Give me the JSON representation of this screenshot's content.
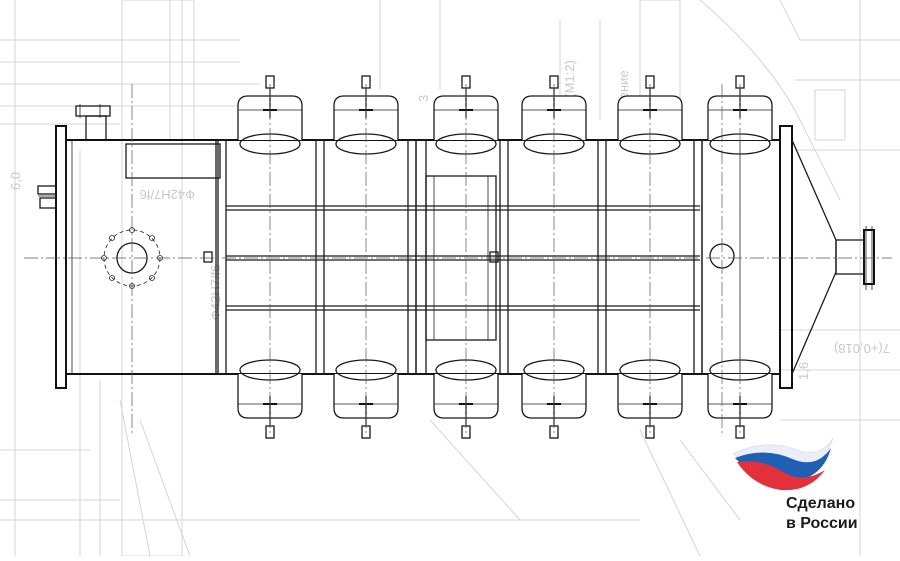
{
  "background_annotations": {
    "scale_note": "ж (М1:2)",
    "scale_note_2": "чение",
    "fit_1": "Ф42Н7/f6",
    "fit_2": "Ф42Н7/f6",
    "dim_left": "6,0",
    "dim_right": "7(+0,018)",
    "dim_small": "1,6",
    "dim_top": "3"
  },
  "badge": {
    "line1": "Сделано",
    "line2": "в России",
    "colors": {
      "white": "#ffffff",
      "blue": "#1f5fb4",
      "red": "#e2313a"
    },
    "icon": "russian-flag-wave-icon"
  }
}
